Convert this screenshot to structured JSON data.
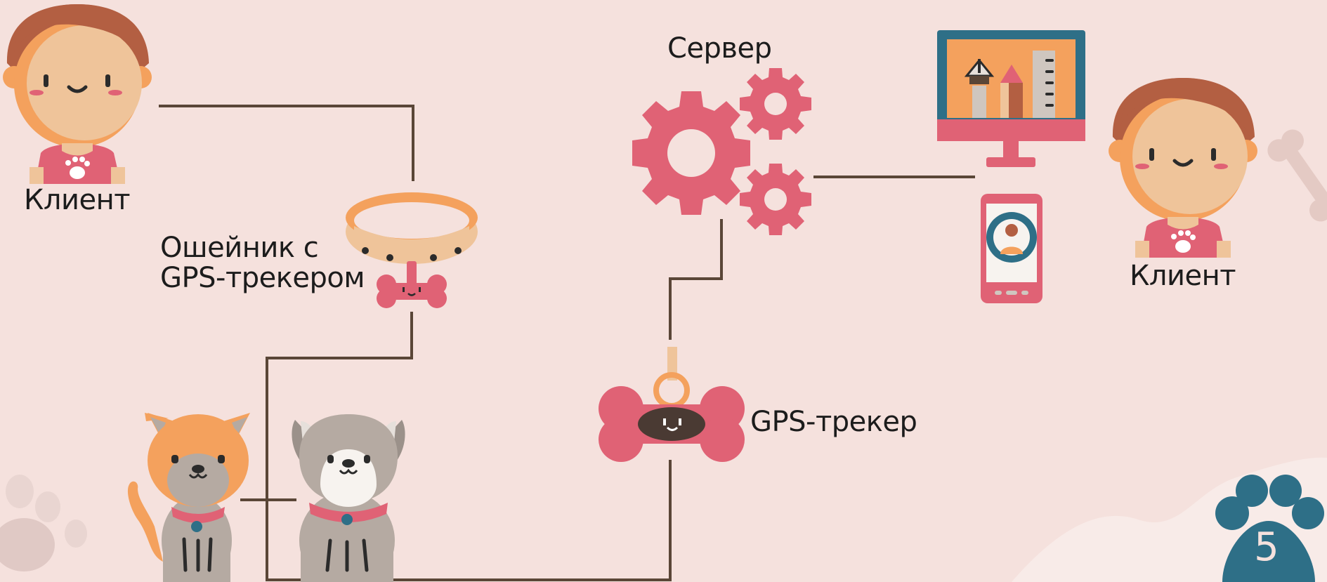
{
  "labels": {
    "client_left": "Клиент",
    "collar": "Ошейник с\nGPS-трекером",
    "server": "Сервер",
    "client_right": "Клиент",
    "gps_tracker": "GPS-трекер"
  },
  "page_number": "5",
  "icons": {
    "client_left": "boy-avatar-icon",
    "collar": "gps-collar-icon",
    "pets": "cat-and-dog-icon",
    "server": "gears-icon",
    "computer": "desktop-monitor-icon",
    "phone": "smartphone-icon",
    "client_right": "boy-avatar-icon",
    "gps": "bone-gps-tag-icon"
  },
  "colors": {
    "background": "#f5e1dd",
    "accent_pink": "#e06275",
    "accent_orange": "#f4a15d",
    "connector": "#5a4637",
    "teal": "#2e6f87"
  }
}
